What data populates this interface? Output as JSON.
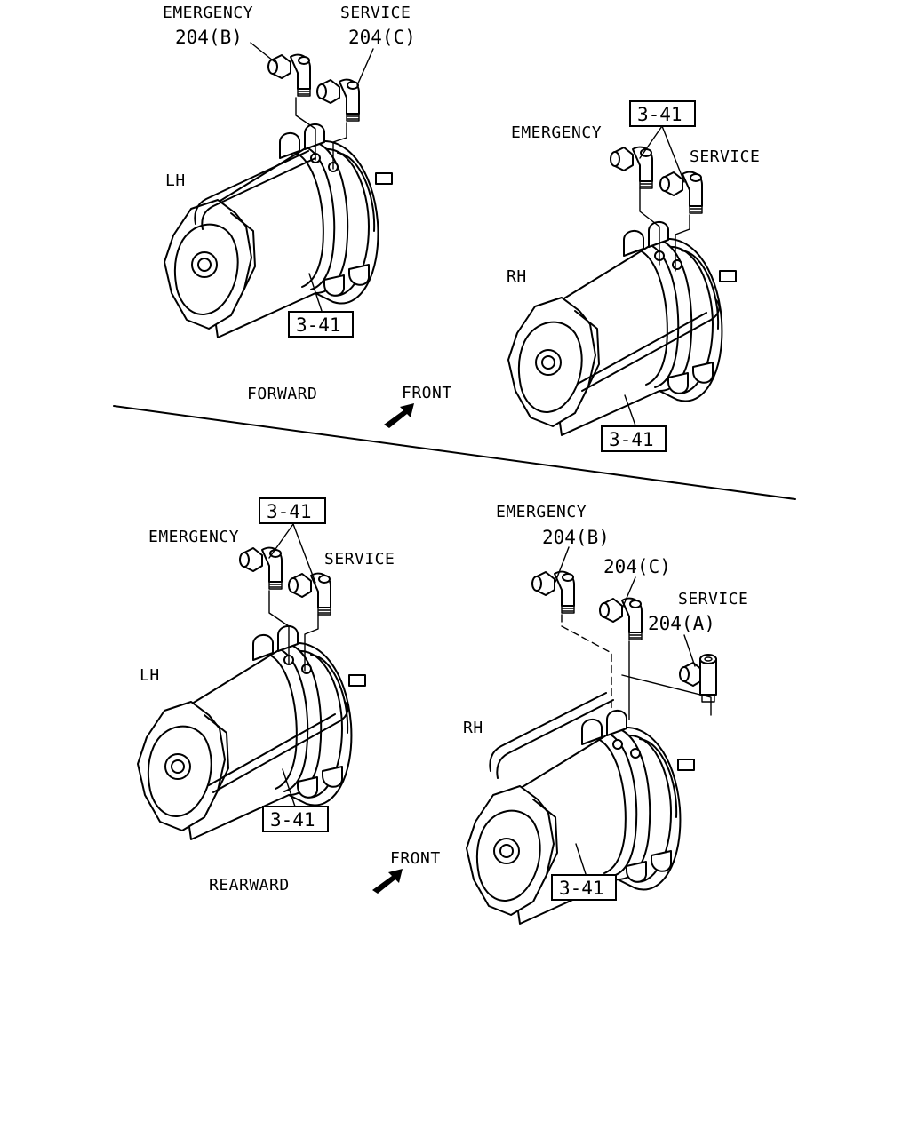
{
  "labels": {
    "tl_emergency": "EMERGENCY",
    "tl_emergency_part": "204(B)",
    "tl_service": "SERVICE",
    "tl_service_part": "204(C)",
    "tl_side": "LH",
    "tl_ref": "3-41",
    "tr_ref_top": "3-41",
    "tr_emergency": "EMERGENCY",
    "tr_service": "SERVICE",
    "tr_side": "RH",
    "tr_ref": "3-41",
    "forward": "FORWARD",
    "front_top": "FRONT",
    "bl_ref_top": "3-41",
    "bl_emergency": "EMERGENCY",
    "bl_service": "SERVICE",
    "bl_side": "LH",
    "bl_ref": "3-41",
    "br_emergency": "EMERGENCY",
    "br_emergency_part": "204(B)",
    "br_service_c_part": "204(C)",
    "br_service": "SERVICE",
    "br_service_a_part": "204(A)",
    "br_side": "RH",
    "br_ref": "3-41",
    "rearward": "REARWARD",
    "front_bottom": "FRONT"
  }
}
